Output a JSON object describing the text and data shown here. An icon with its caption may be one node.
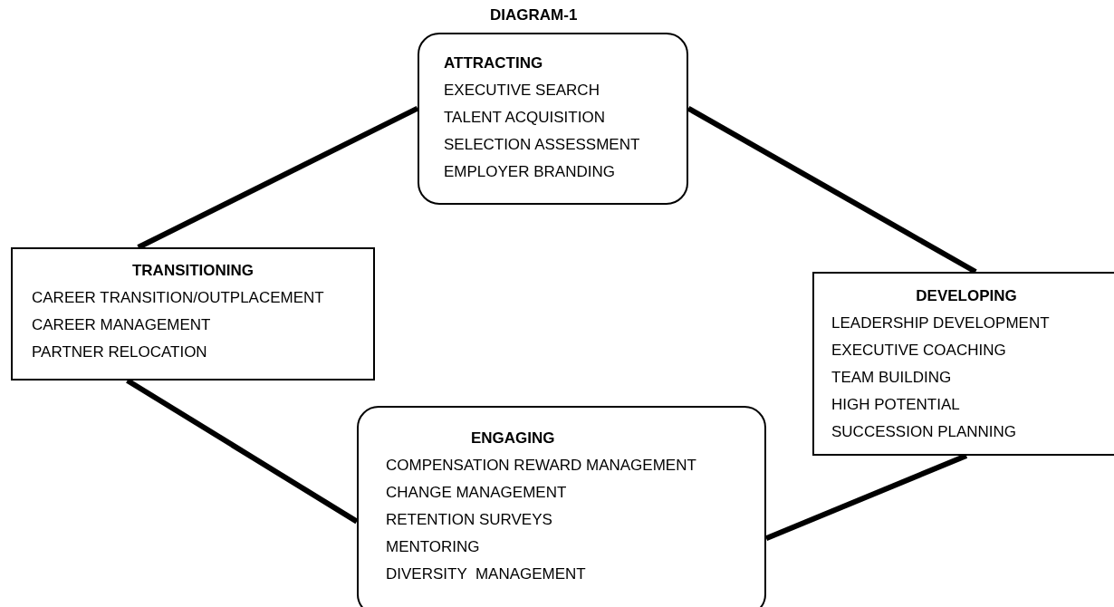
{
  "diagram": {
    "title": "DIAGRAM-1",
    "nodes": [
      {
        "text": [
          "ATTRACTING",
          "EXECUTIVE SEARCH",
          "TALENT ACQUISITION",
          "SELECTION ASSESSMENT",
          "EMPLOYER BRANDING"
        ]
      },
      {
        "text": [
          "TRANSITIONING",
          "CAREER TRANSITION/OUTPLACEMENT",
          "CAREER MANAGEMENT",
          "PARTNER RELOCATION"
        ]
      },
      {
        "text": [
          "DEVELOPING",
          "LEADERSHIP DEVELOPMENT",
          "EXECUTIVE COACHING",
          "TEAM BUILDING",
          "HIGH POTENTIAL",
          "SUCCESSION PLANNING"
        ]
      },
      {
        "text": [
          "ENGAGING",
          "COMPENSATION REWARD MANAGEMENT",
          "CHANGE MANAGEMENT",
          "RETENTION SURVEYS",
          "MENTORING",
          "DIVERSITY  MANAGEMENT"
        ]
      }
    ],
    "edges": [
      {
        "from": 0,
        "to": 1,
        "arrow": "none"
      },
      {
        "from": 0,
        "to": 2,
        "arrow": "none"
      },
      {
        "from": 1,
        "to": 3,
        "arrow": "none"
      },
      {
        "from": 2,
        "to": 3,
        "arrow": "none"
      }
    ]
  }
}
